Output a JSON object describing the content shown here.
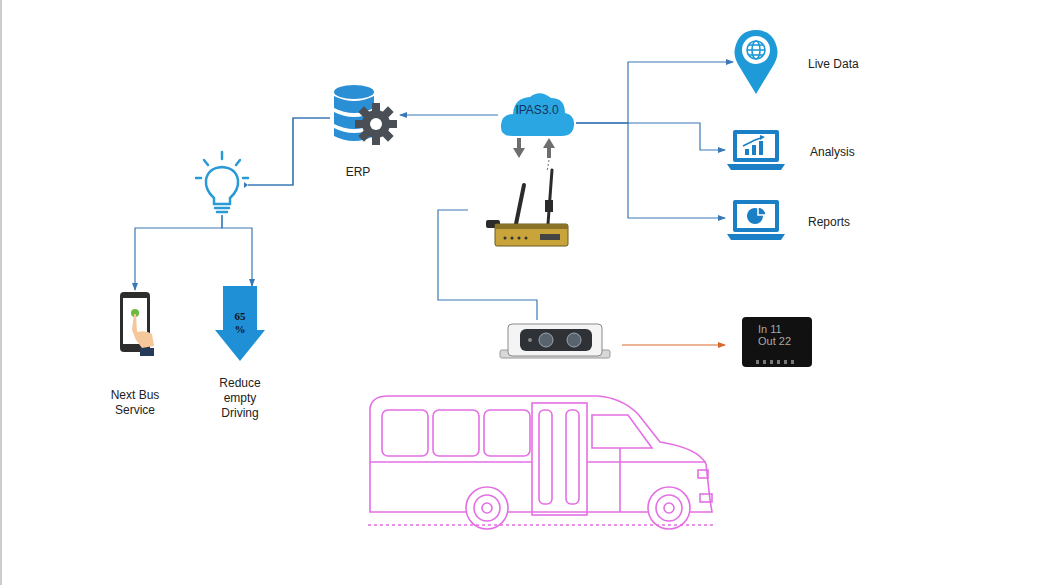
{
  "diagram": {
    "nodes": [
      {
        "text": [
          "ERP"
        ]
      },
      {
        "text": [
          "IPAS3.0"
        ]
      },
      {
        "text": [
          "Live Data"
        ]
      },
      {
        "text": [
          "Analysis"
        ]
      },
      {
        "text": [
          "Reports"
        ]
      },
      {
        "text": [
          "Next Bus Service"
        ]
      },
      {
        "text": [
          "65 %",
          "Reduce empty Driving"
        ]
      },
      {
        "text": [
          "In 11 Out 22"
        ]
      }
    ],
    "edges": [
      {
        "from": 1,
        "to": 0,
        "arrow": "to"
      },
      {
        "from": 1,
        "to": 2,
        "arrow": "to"
      },
      {
        "from": 1,
        "to": 3,
        "arrow": "to"
      },
      {
        "from": 1,
        "to": 4,
        "arrow": "to"
      },
      {
        "from": 0,
        "to": 5,
        "arrow": "to"
      },
      {
        "from": 0,
        "to": 6,
        "arrow": "to"
      }
    ]
  }
}
